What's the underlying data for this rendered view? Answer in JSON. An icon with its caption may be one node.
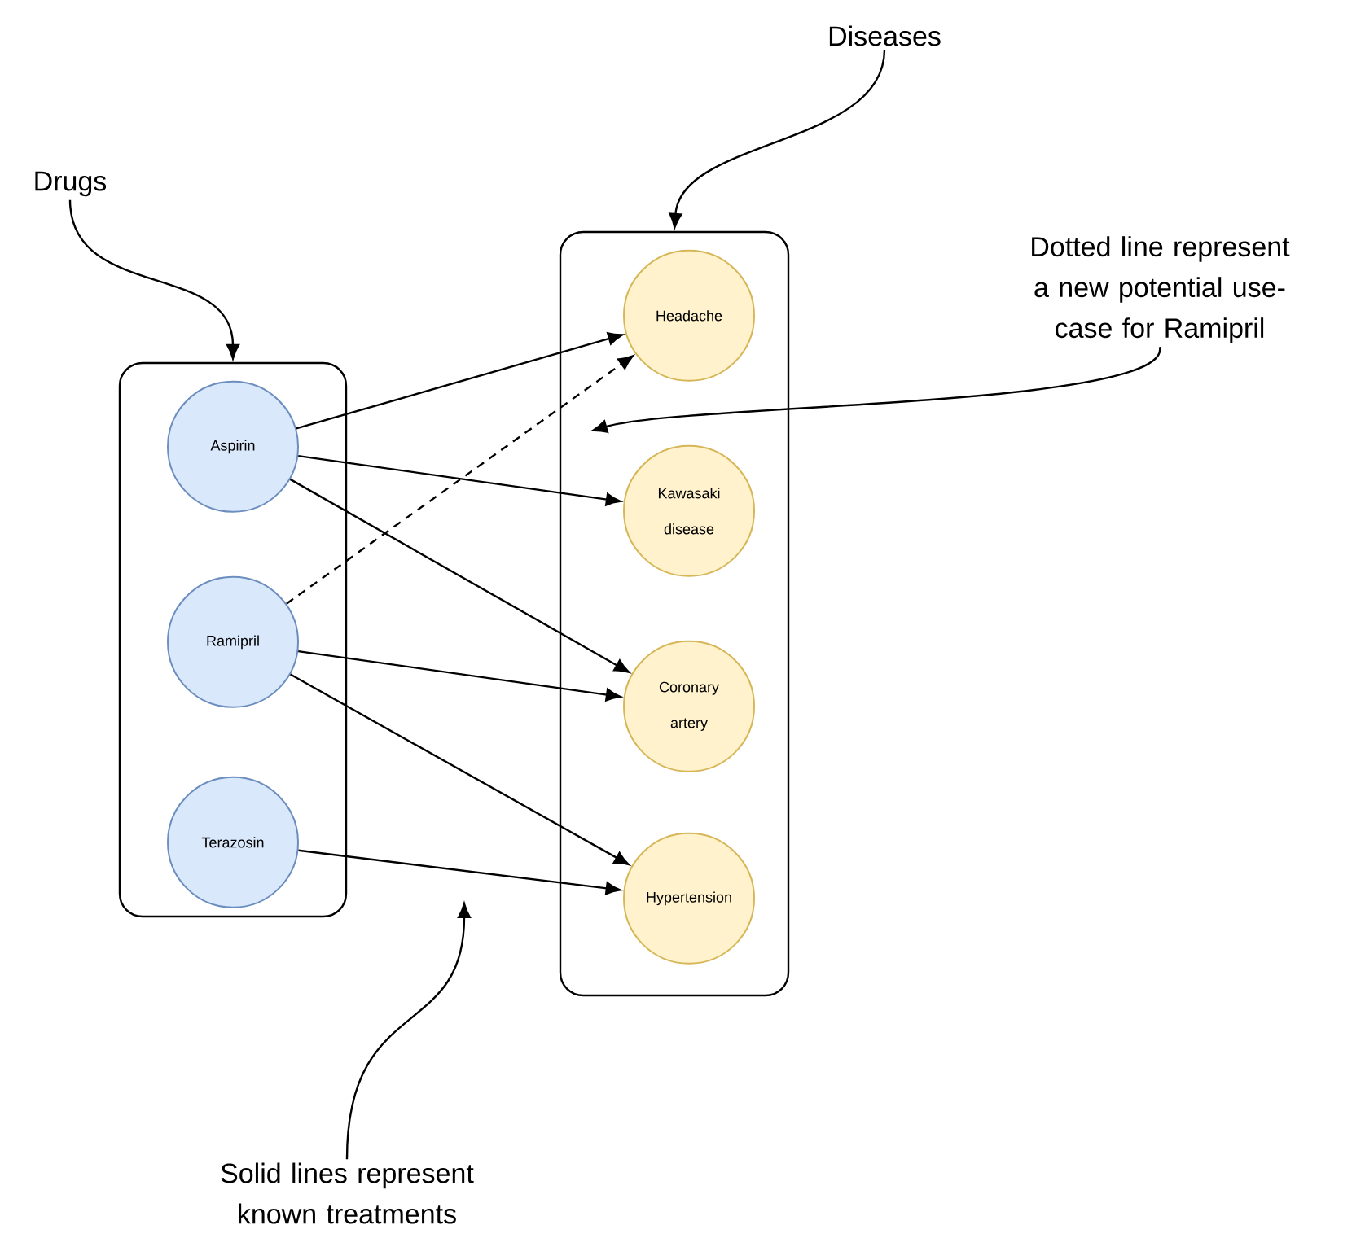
{
  "diagram": {
    "nodes": [
      {
        "text": [
          "Diseases"
        ]
      },
      {
        "text": [
          "Drugs"
        ]
      },
      {
        "text": [
          "Dotted line represent a new potential use-case for Ramipril"
        ]
      },
      {
        "text": [],
        "shape": "box"
      },
      {
        "text": [
          "Aspirin"
        ],
        "in": 3
      },
      {
        "text": [
          "Ramipril"
        ],
        "in": 3
      },
      {
        "text": [
          "Terazosin"
        ],
        "in": 3
      },
      {
        "text": [],
        "shape": "box"
      },
      {
        "text": [
          "Headache"
        ],
        "in": 7
      },
      {
        "text": [
          "Kawasaki disease"
        ],
        "in": 7
      },
      {
        "text": [
          "Coronary artery"
        ],
        "in": 7
      },
      {
        "text": [
          "Hypertension"
        ],
        "in": 7
      },
      {
        "text": [
          "Solid lines represent known treatments"
        ]
      }
    ],
    "edges": [
      {
        "from": 1,
        "to": 3,
        "arrow": "to"
      },
      {
        "from": 0,
        "to": 7,
        "arrow": "to"
      },
      {
        "from": 2,
        "to": null,
        "arrow": "to"
      },
      {
        "from": 12,
        "to": null,
        "arrow": "to"
      },
      {
        "from": 4,
        "to": 8,
        "arrow": "to"
      },
      {
        "from": 4,
        "to": 9,
        "arrow": "to"
      },
      {
        "from": 4,
        "to": 10,
        "arrow": "to"
      },
      {
        "from": 5,
        "to": 8,
        "arrow": "to",
        "style": "dashed"
      },
      {
        "from": 5,
        "to": 10,
        "arrow": "to"
      },
      {
        "from": 5,
        "to": 11,
        "arrow": "to"
      },
      {
        "from": 6,
        "to": 11,
        "arrow": "to"
      }
    ]
  }
}
